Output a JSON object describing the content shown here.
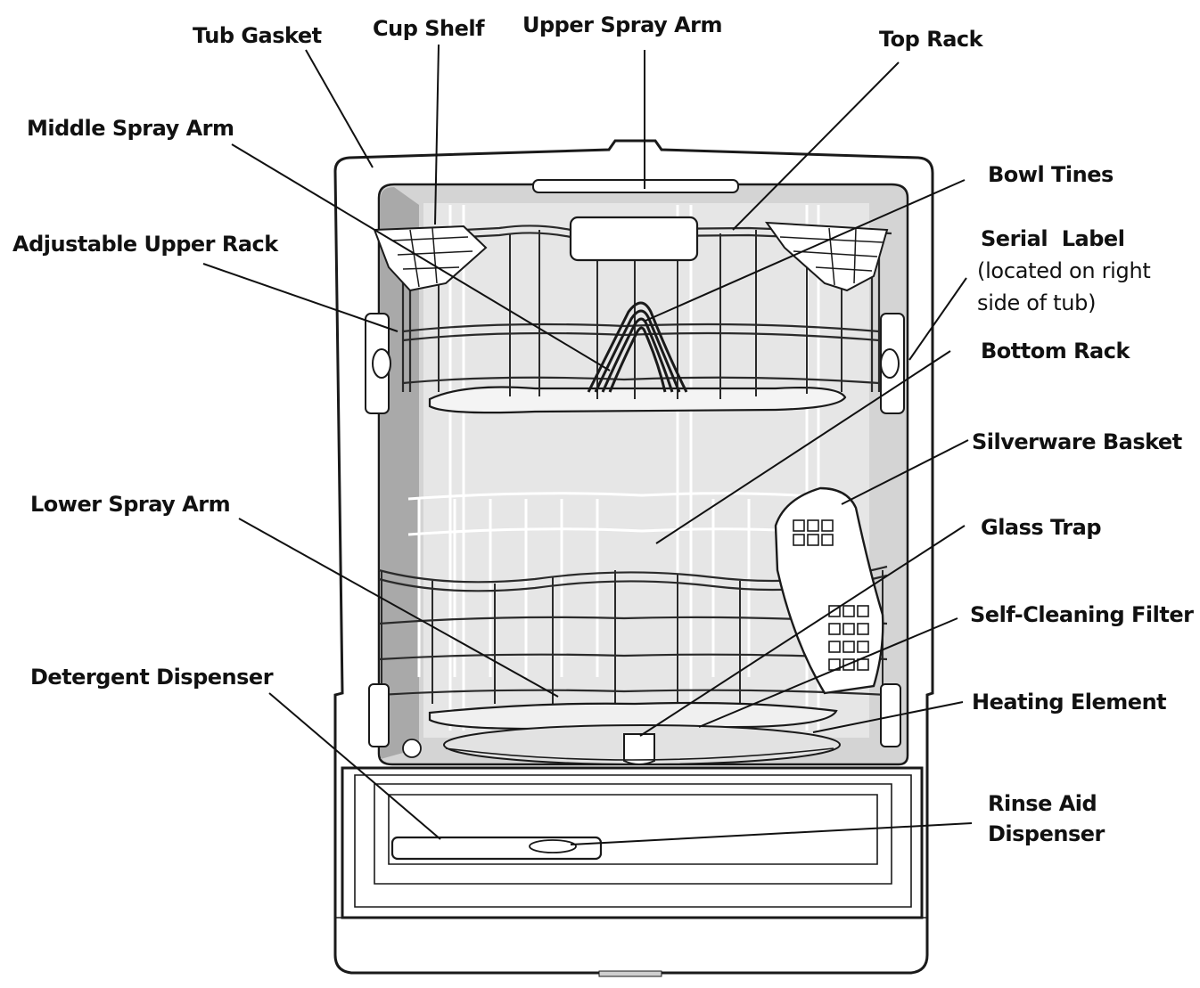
{
  "labels": {
    "tub_gasket": "Tub Gasket",
    "cup_shelf": "Cup Shelf",
    "upper_spray_arm": "Upper Spray Arm",
    "top_rack": "Top Rack",
    "middle_spray_arm": "Middle Spray Arm",
    "bowl_tines": "Bowl Tines",
    "adjustable_upper_rack": "Adjustable Upper Rack",
    "serial_label": "Serial  Label",
    "serial_label_note_line1": "(located on right",
    "serial_label_note_line2": "side of tub)",
    "bottom_rack": "Bottom Rack",
    "silverware_basket": "Silverware Basket",
    "lower_spray_arm": "Lower Spray Arm",
    "glass_trap": "Glass Trap",
    "self_cleaning_filter": "Self-Cleaning Filter",
    "detergent_dispenser": "Detergent Dispenser",
    "heating_element": "Heating Element",
    "rinse_aid_dispenser_line1": "Rinse Aid",
    "rinse_aid_dispenser_line2": "Dispenser"
  },
  "colors": {
    "background": "#ffffff",
    "ink": "#111111",
    "tub_interior": "#d4d4d4",
    "tub_shadow": "#a9a9a9",
    "rack_wire": "#ffffff"
  }
}
